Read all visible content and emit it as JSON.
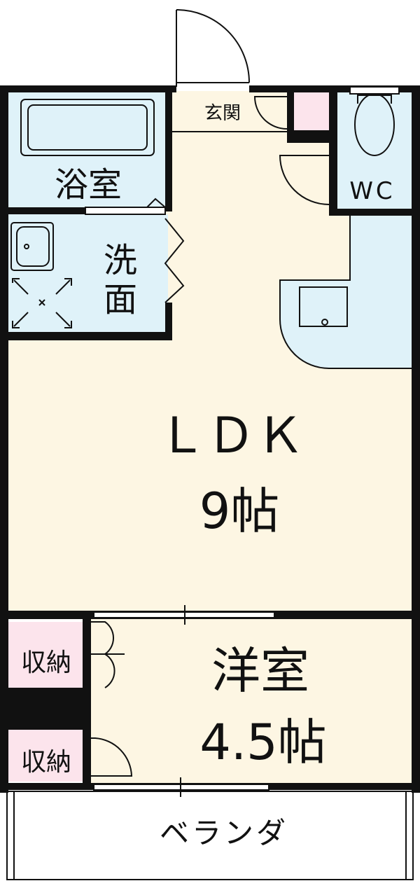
{
  "rooms": {
    "genkan": "玄関",
    "bath": "浴室",
    "wc": "WC",
    "washroom_line1": "洗",
    "washroom_line2": "面",
    "ldk_name": "ＬＤＫ",
    "ldk_size": "9帖",
    "western_name": "洋室",
    "western_size": "4.5帖",
    "closet_upper": "収納",
    "closet_lower": "収納",
    "veranda": "ベランダ"
  },
  "colors": {
    "wall": "#111111",
    "living_floor": "#fdf6e3",
    "wet_area": "#dff2f9",
    "storage": "#fce4ec",
    "exterior": "#ffffff"
  }
}
